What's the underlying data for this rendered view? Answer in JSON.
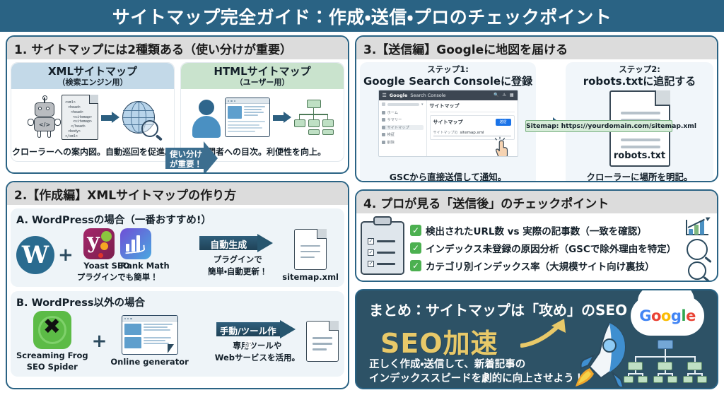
{
  "title": "サイトマップ完全ガイド：作成・送信・プロのチェックポイント",
  "colors": {
    "title_bar": "#2a6384",
    "panel_border": "#2a6384",
    "panel_header": "#dcdcdc",
    "xml_card": "#c3d9e8",
    "html_card": "#c9e3cd",
    "arrow_blue": "#3c6e8f",
    "check_green": "#4cb050",
    "summary_bg": "#2d5266",
    "gold": "#e8c969",
    "highlight_green": "#d7ecd9"
  },
  "panel1": {
    "heading": "1. サイトマップには2種類ある（使い分けが重要）",
    "left": {
      "name": "XMLサイトマップ",
      "sub": "（検索エンジン用）",
      "caption": "クローラーへの案内図。自動巡回を促進。",
      "xml_lines": [
        "<xml>",
        "<head>",
        "<head>",
        "<sitemap>",
        "<sitemap>",
        "</head>",
        "<body>",
        "</xml>"
      ],
      "robot_label": "</>"
    },
    "arrow_label_line1": "使い分け",
    "arrow_label_line2": "が重要！",
    "right": {
      "name": "HTMLサイトマップ",
      "sub": "（ユーザー用）",
      "caption": "訪問者への目次。利便性を向上。"
    }
  },
  "panel2": {
    "heading": "2.【作成編】XMLサイトマップの作り方",
    "blockA": {
      "title": "A. WordPressの場合（一番おすすめ!）",
      "wp_mark": "W",
      "plus": "+",
      "plugin1": "Yoast SEO",
      "plugin2": "Rank Math",
      "plugin_note": "プラグインでも簡単！",
      "arrow_label": "自動生成",
      "arrow_note_l1": "プラグインで",
      "arrow_note_l2": "簡単・自動更新！",
      "output": "sitemap.xml"
    },
    "blockB": {
      "title": "B. WordPress以外の場合",
      "tool1_l1": "Screaming Frog",
      "tool1_l2": "SEO Spider",
      "plus": "+",
      "tool2": "Online generator",
      "arrow_label": "手動/ツール作成",
      "arrow_note_l1": "専用ツールや",
      "arrow_note_l2": "Webサービスを活用。"
    }
  },
  "panel3": {
    "heading": "3.【送信編】Googleに地図を届ける",
    "step1": {
      "label": "ステップ1:",
      "title": "Google Search Consoleに登録",
      "caption": "GSCから直接送信して通知。",
      "gsc": {
        "brand_bold": "Google",
        "brand_rest": "Search Console",
        "page_title": "サイトマップ",
        "nav": [
          "ホーム",
          "サマリー",
          "サイトマップ",
          "検証",
          "削除"
        ],
        "card_title": "サイトマップ",
        "submit_button": "送信",
        "field_label": "サイトマップの",
        "field_value": "sitemap.xml"
      }
    },
    "step2": {
      "label": "ステップ2:",
      "title": "robots.txtに追記する",
      "highlight": "Sitemap: https://yourdomain.com/sitemap.xml",
      "file_name": "robots.txt",
      "caption": "クローラーに場所を明記。"
    }
  },
  "panel4": {
    "heading": "4. プロが見る「送信後」のチェックポイント",
    "items": [
      "検出されたURL数 vs 実際の記事数（一致を確認）",
      "インデックス未登録の原因分析（GSCで除外理由を特定）",
      "カテゴリ別インデックス率（大規模サイト向け裏技）"
    ],
    "check_mark": "✓"
  },
  "summary": {
    "title": "まとめ：サイトマップは「攻め」のSEO",
    "headline": "SEO加速",
    "sub_l1": "正しく作成・送信して、新着記事の",
    "sub_l2": "インデックススピードを劇的に向上させよう！",
    "google": {
      "g1": "G",
      "o1": "o",
      "o2": "o",
      "g2": "g",
      "l": "l",
      "e": "e"
    }
  }
}
